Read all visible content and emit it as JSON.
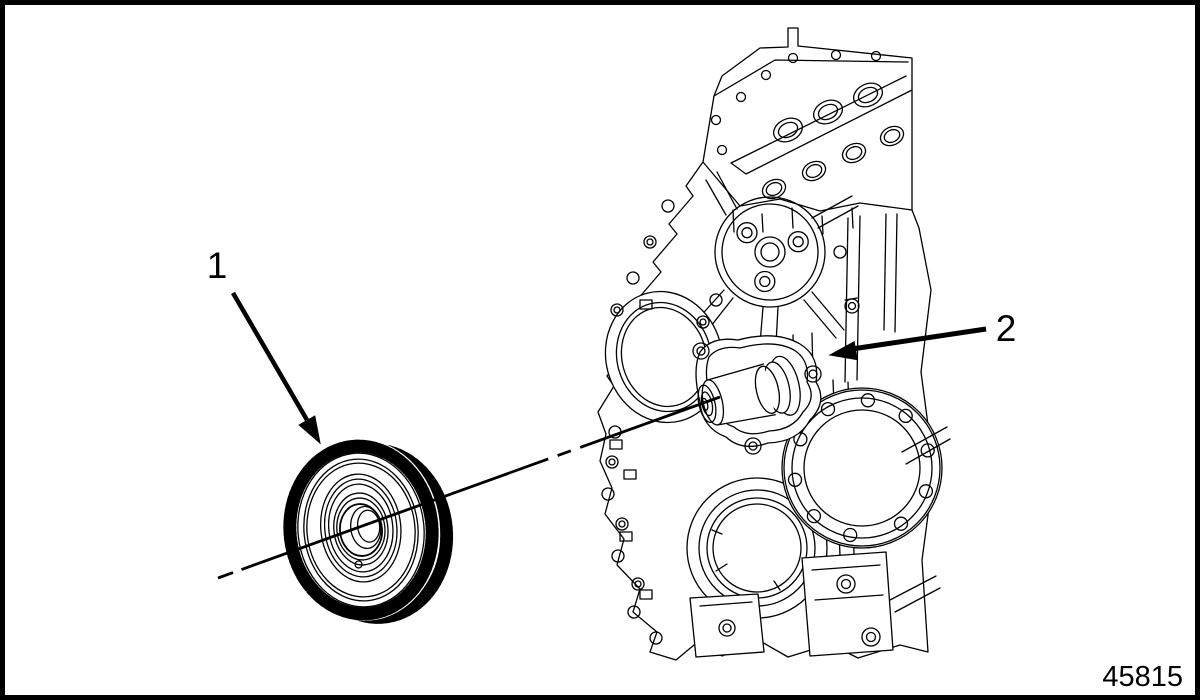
{
  "diagram": {
    "callouts": [
      {
        "label": "1"
      },
      {
        "label": "2"
      }
    ],
    "figure_number": "45815"
  },
  "colors": {
    "line": "#000000",
    "background": "#ffffff"
  }
}
